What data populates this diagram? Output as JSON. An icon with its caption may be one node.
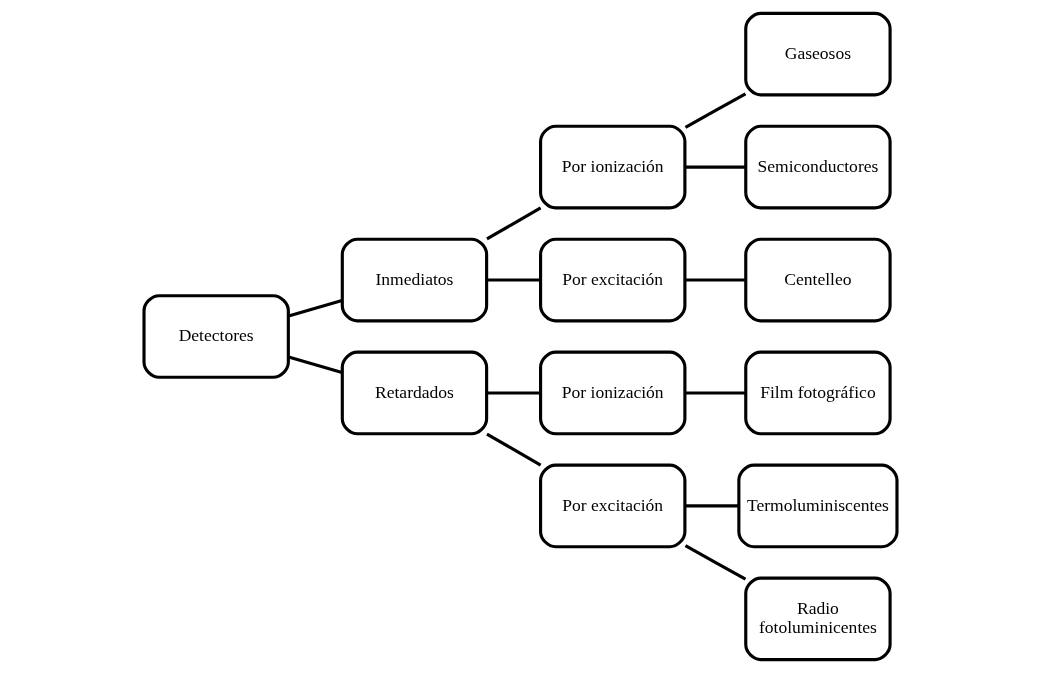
{
  "diagram": {
    "nodes": [
      {
        "text": [
          "Detectores"
        ]
      },
      {
        "text": [
          "Inmediatos"
        ]
      },
      {
        "text": [
          "Por ionización"
        ]
      },
      {
        "text": [
          "Gaseosos"
        ]
      },
      {
        "text": [
          "Semiconductores"
        ]
      },
      {
        "text": [
          "Por excitación"
        ]
      },
      {
        "text": [
          "Centelleo"
        ]
      },
      {
        "text": [
          "Retardados"
        ]
      },
      {
        "text": [
          "Por ionización"
        ]
      },
      {
        "text": [
          "Film fotográfico"
        ]
      },
      {
        "text": [
          "Por excitación"
        ]
      },
      {
        "text": [
          "Termoluminiscentes"
        ]
      },
      {
        "text": [
          "Radio fotoluminicentes"
        ]
      }
    ],
    "edges": [
      {
        "from": 0,
        "to": 1,
        "arrow": "none"
      },
      {
        "from": 0,
        "to": 7,
        "arrow": "none"
      },
      {
        "from": 1,
        "to": 2,
        "arrow": "none"
      },
      {
        "from": 1,
        "to": 5,
        "arrow": "none"
      },
      {
        "from": 2,
        "to": 3,
        "arrow": "none"
      },
      {
        "from": 2,
        "to": 4,
        "arrow": "none"
      },
      {
        "from": 5,
        "to": 6,
        "arrow": "none"
      },
      {
        "from": 7,
        "to": 8,
        "arrow": "none"
      },
      {
        "from": 7,
        "to": 10,
        "arrow": "none"
      },
      {
        "from": 8,
        "to": 9,
        "arrow": "none"
      },
      {
        "from": 10,
        "to": 11,
        "arrow": "none"
      },
      {
        "from": 10,
        "to": 12,
        "arrow": "none"
      }
    ]
  }
}
